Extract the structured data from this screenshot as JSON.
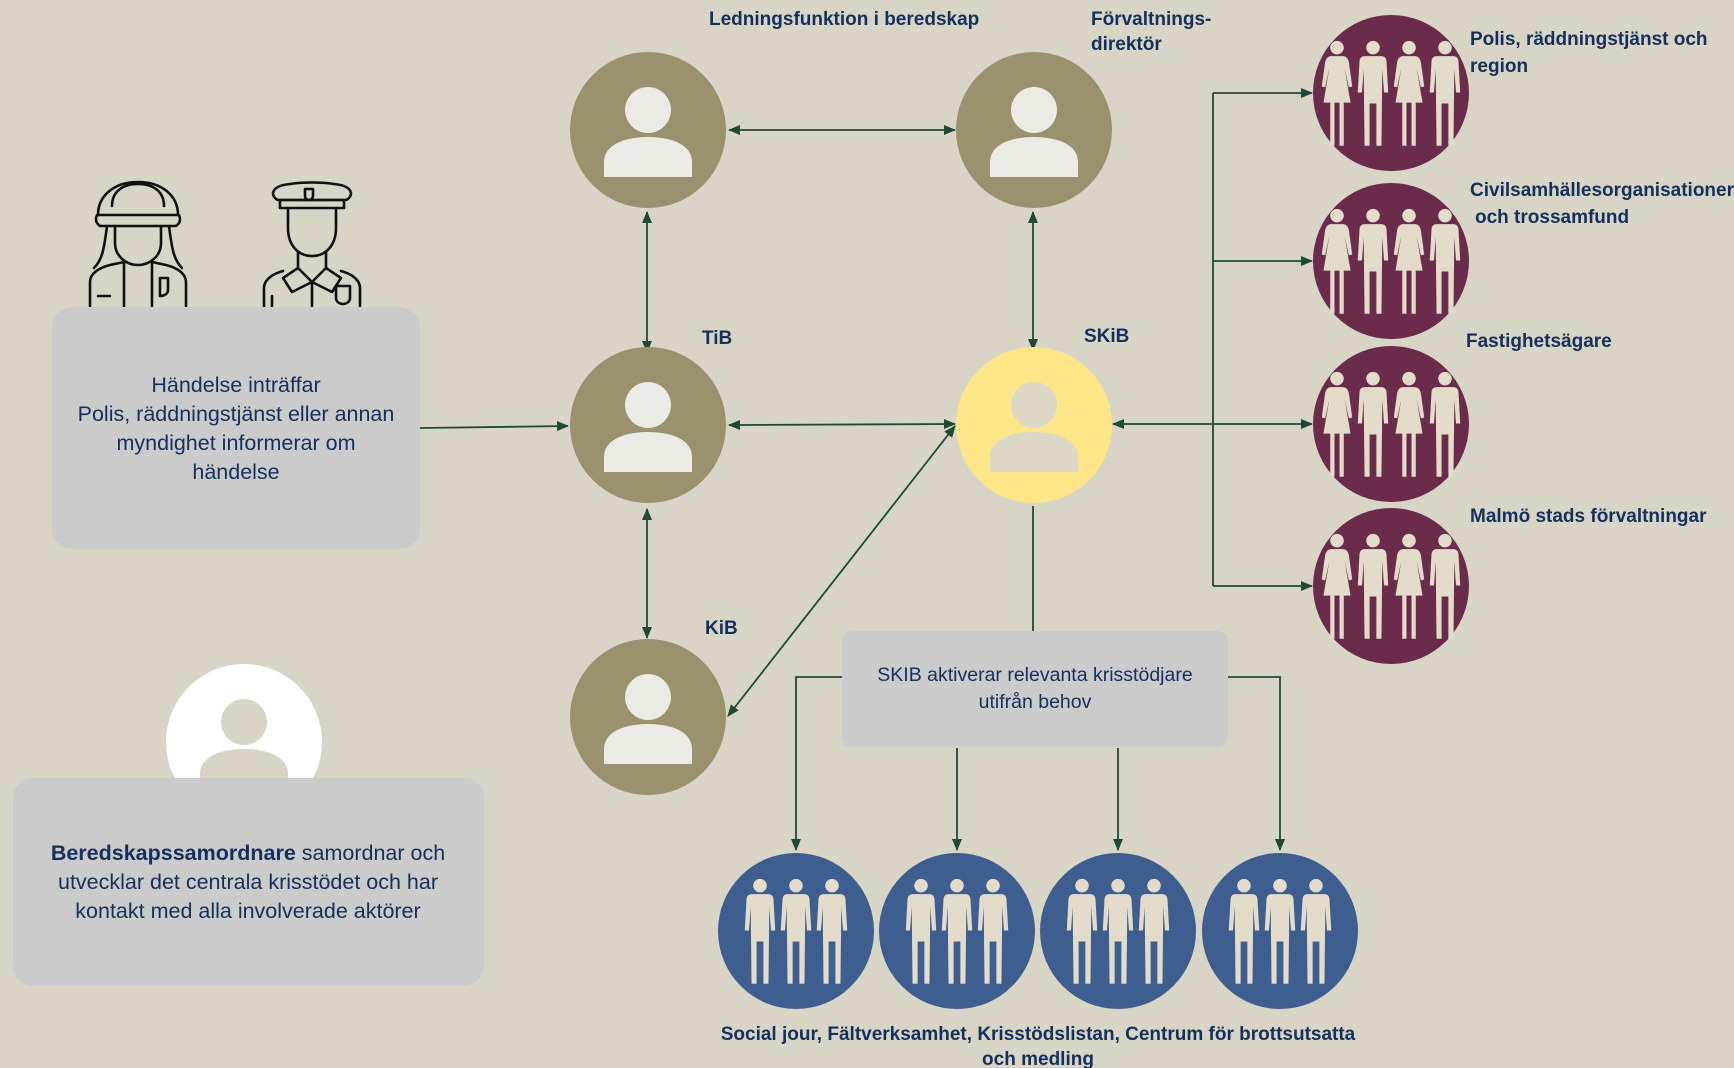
{
  "colors": {
    "background": "#d8d5c6",
    "person_node": "#9a916f",
    "skib_node": "#fde687",
    "actor_group": "#6b2b4b",
    "support_group": "#3e5e8f",
    "box": "#cbcbcb",
    "text": "#14305c",
    "connector": "#1f4a36"
  },
  "nodes": {
    "ledning": "Ledningsfunktion i beredskap",
    "forvaltning_line1": "Förvaltnings-",
    "forvaltning_line2": "direktör",
    "tib": "TiB",
    "skib": "SKiB",
    "kib": "KiB"
  },
  "actors": {
    "polis_line1": "Polis, räddningstjänst och",
    "polis_line2": "region",
    "civil_line1": "Civilsamhällesorganisationer",
    "civil_line2": "och trossamfund",
    "fastighet": "Fastighetsägare",
    "malmo": "Malmö stads förvaltningar"
  },
  "event_box": {
    "line1": "Händelse inträffar",
    "line2": "Polis, räddningstjänst eller annan",
    "line3": "myndighet informerar om",
    "line4": "händelse"
  },
  "skib_box": {
    "line1": "SKIB aktiverar relevanta krisstödjare",
    "line2": "utifrån behov"
  },
  "coordinator_box": {
    "bold": "Beredskapssamordnare",
    "line1_rest": " samordnar och",
    "line2": "utvecklar det centrala krisstödet och har",
    "line3": "kontakt med alla involverade aktörer"
  },
  "support_caption": {
    "line1": "Social jour, Fältverksamhet, Krisstödslistan, Centrum för brottsutsatta",
    "line2": "och medling"
  },
  "icons": {
    "person": "person-silhouette-icon",
    "family": "group-of-four-people-icon",
    "team": "group-of-three-people-icon",
    "firefighter": "firefighter-icon",
    "police": "police-officer-icon"
  }
}
